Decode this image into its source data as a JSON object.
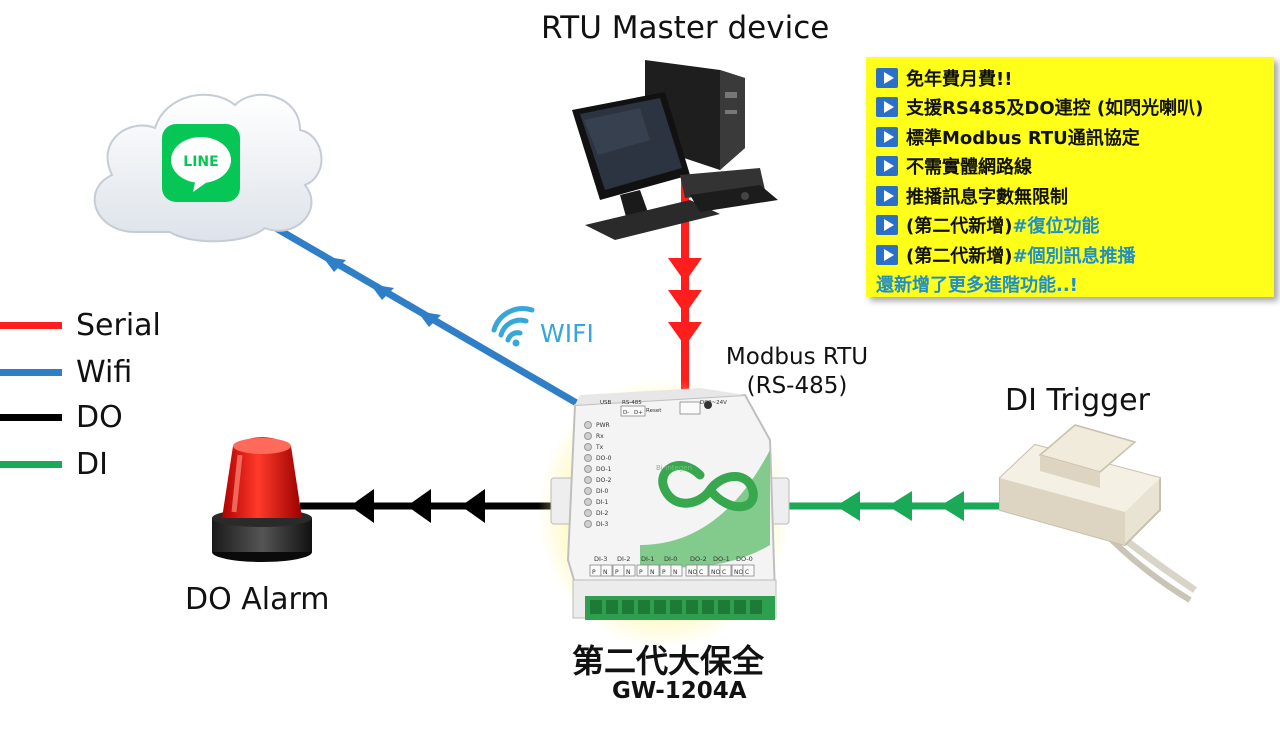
{
  "title": "RTU Master device",
  "legend": [
    {
      "label": "Serial",
      "color": "#ff1e1e"
    },
    {
      "label": "Wifi",
      "color": "#2f7fc8"
    },
    {
      "label": "DO",
      "color": "#000000"
    },
    {
      "label": "DI",
      "color": "#19a957"
    }
  ],
  "cloud": {
    "app_label": "LINE",
    "app_color": "#06c755"
  },
  "wifi_label": "WIFI",
  "modbus": {
    "line1": "Modbus RTU",
    "line2": "(RS-485)"
  },
  "di_trigger_label": "DI Trigger",
  "do_alarm_label": "DO Alarm",
  "product": {
    "name": "第二代大保全",
    "model": "GW-1204A"
  },
  "device": {
    "top_labels": [
      "USB",
      "RS-485",
      "Reset",
      "DC9~24V"
    ],
    "rs485_pins": [
      "D-",
      "D+"
    ],
    "leds": [
      "PWR",
      "Rx",
      "Tx",
      "DO-0",
      "DO-1",
      "DO-2",
      "DI-0",
      "DI-1",
      "DI-2",
      "DI-3"
    ],
    "brand": "Bi-Integen",
    "bottom_groups": [
      "DI-3",
      "DI-2",
      "DI-1",
      "DI-0",
      "DO-2",
      "DO-1",
      "DO-0"
    ],
    "di_pins": [
      "P",
      "N"
    ],
    "do_pins": [
      "NO",
      "C"
    ]
  },
  "features": {
    "items": [
      {
        "text": "免年費月費!!",
        "highlight": ""
      },
      {
        "text": "支援RS485及DO連控 (如閃光喇叭)",
        "highlight": ""
      },
      {
        "text": "標準Modbus RTU通訊協定",
        "highlight": ""
      },
      {
        "text": "不需實體網路線",
        "highlight": ""
      },
      {
        "text": "推播訊息字數無限制",
        "highlight": ""
      },
      {
        "text": "(第二代新增) ",
        "highlight": "#復位功能"
      },
      {
        "text": "(第二代新增) ",
        "highlight": "#個別訊息推播"
      }
    ],
    "footer": "還新增了更多進階功能..!"
  }
}
